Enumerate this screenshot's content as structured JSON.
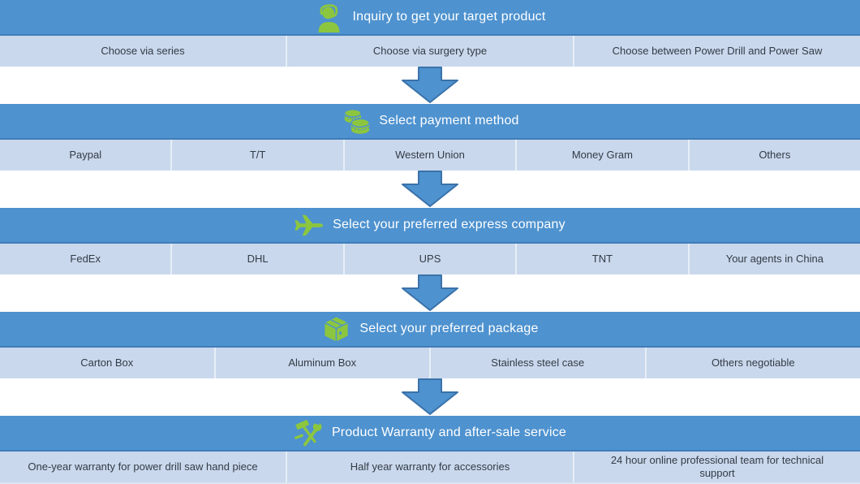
{
  "colors": {
    "header_blue": "#4e92cf",
    "header_underline": "#3f7db8",
    "row_blue": "#c9d8ec",
    "arrow_blue": "#4e92cf",
    "arrow_border": "#3a72a9",
    "icon_green": "#8cc63f",
    "text_dark": "#333b46",
    "title_white": "#ffffff",
    "bottom_strip": "#dbe5f2"
  },
  "sections": [
    {
      "id": "inquiry",
      "icon": "support-agent-icon",
      "title": "Inquiry to get your target product",
      "options": [
        "Choose via series",
        "Choose via surgery type",
        "Choose between Power Drill and Power Saw"
      ]
    },
    {
      "id": "payment",
      "icon": "coins-icon",
      "title": "Select payment method",
      "options": [
        "Paypal",
        "T/T",
        "Western Union",
        "Money Gram",
        "Others"
      ]
    },
    {
      "id": "express",
      "icon": "airplane-icon",
      "title": "Select your preferred express company",
      "options": [
        "FedEx",
        "DHL",
        "UPS",
        "TNT",
        "Your agents in China"
      ]
    },
    {
      "id": "package",
      "icon": "package-box-icon",
      "title": "Select your preferred package",
      "options": [
        "Carton Box",
        "Aluminum Box",
        "Stainless steel case",
        "Others negotiable"
      ]
    },
    {
      "id": "warranty",
      "icon": "tools-icon",
      "title": "Product Warranty and after-sale service",
      "options": [
        "One-year warranty for power drill saw hand piece",
        "Half year warranty for accessories",
        "24 hour online professional team for technical support"
      ]
    }
  ]
}
